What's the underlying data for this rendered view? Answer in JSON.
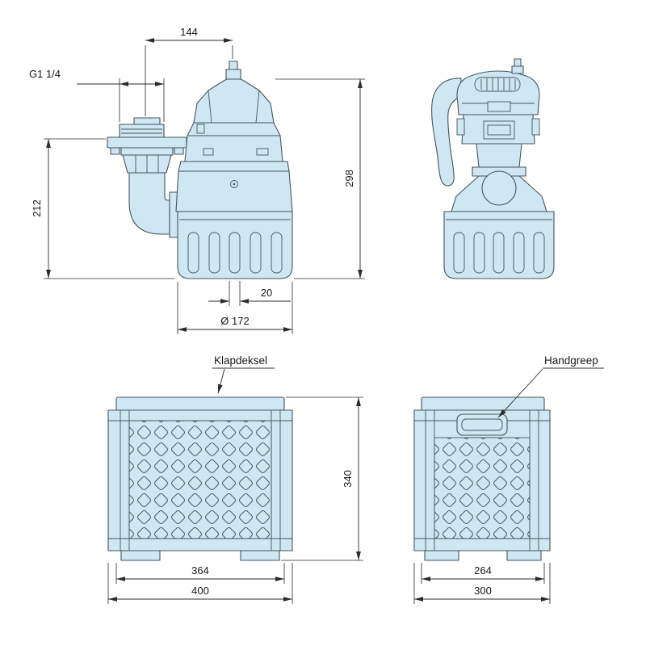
{
  "colors": {
    "body_fill": "#cfe6f3",
    "outline": "#44565f",
    "dim_line": "#2b2b2b",
    "text_color": "#1a1a1a",
    "bg": "#ffffff"
  },
  "views": {
    "side": {
      "dim_width_top": "144",
      "dim_thread": "G1 1/4",
      "dim_height_outlet": "212",
      "dim_height_total": "298",
      "dim_bottom_offset": "20",
      "dim_diameter": "Ø 172"
    },
    "crate_front": {
      "callout": "Klapdeksel",
      "dim_height": "340",
      "dim_inner_width": "364",
      "dim_outer_width": "400"
    },
    "crate_side": {
      "callout": "Handgreep",
      "dim_inner_width": "264",
      "dim_outer_width": "300"
    }
  }
}
